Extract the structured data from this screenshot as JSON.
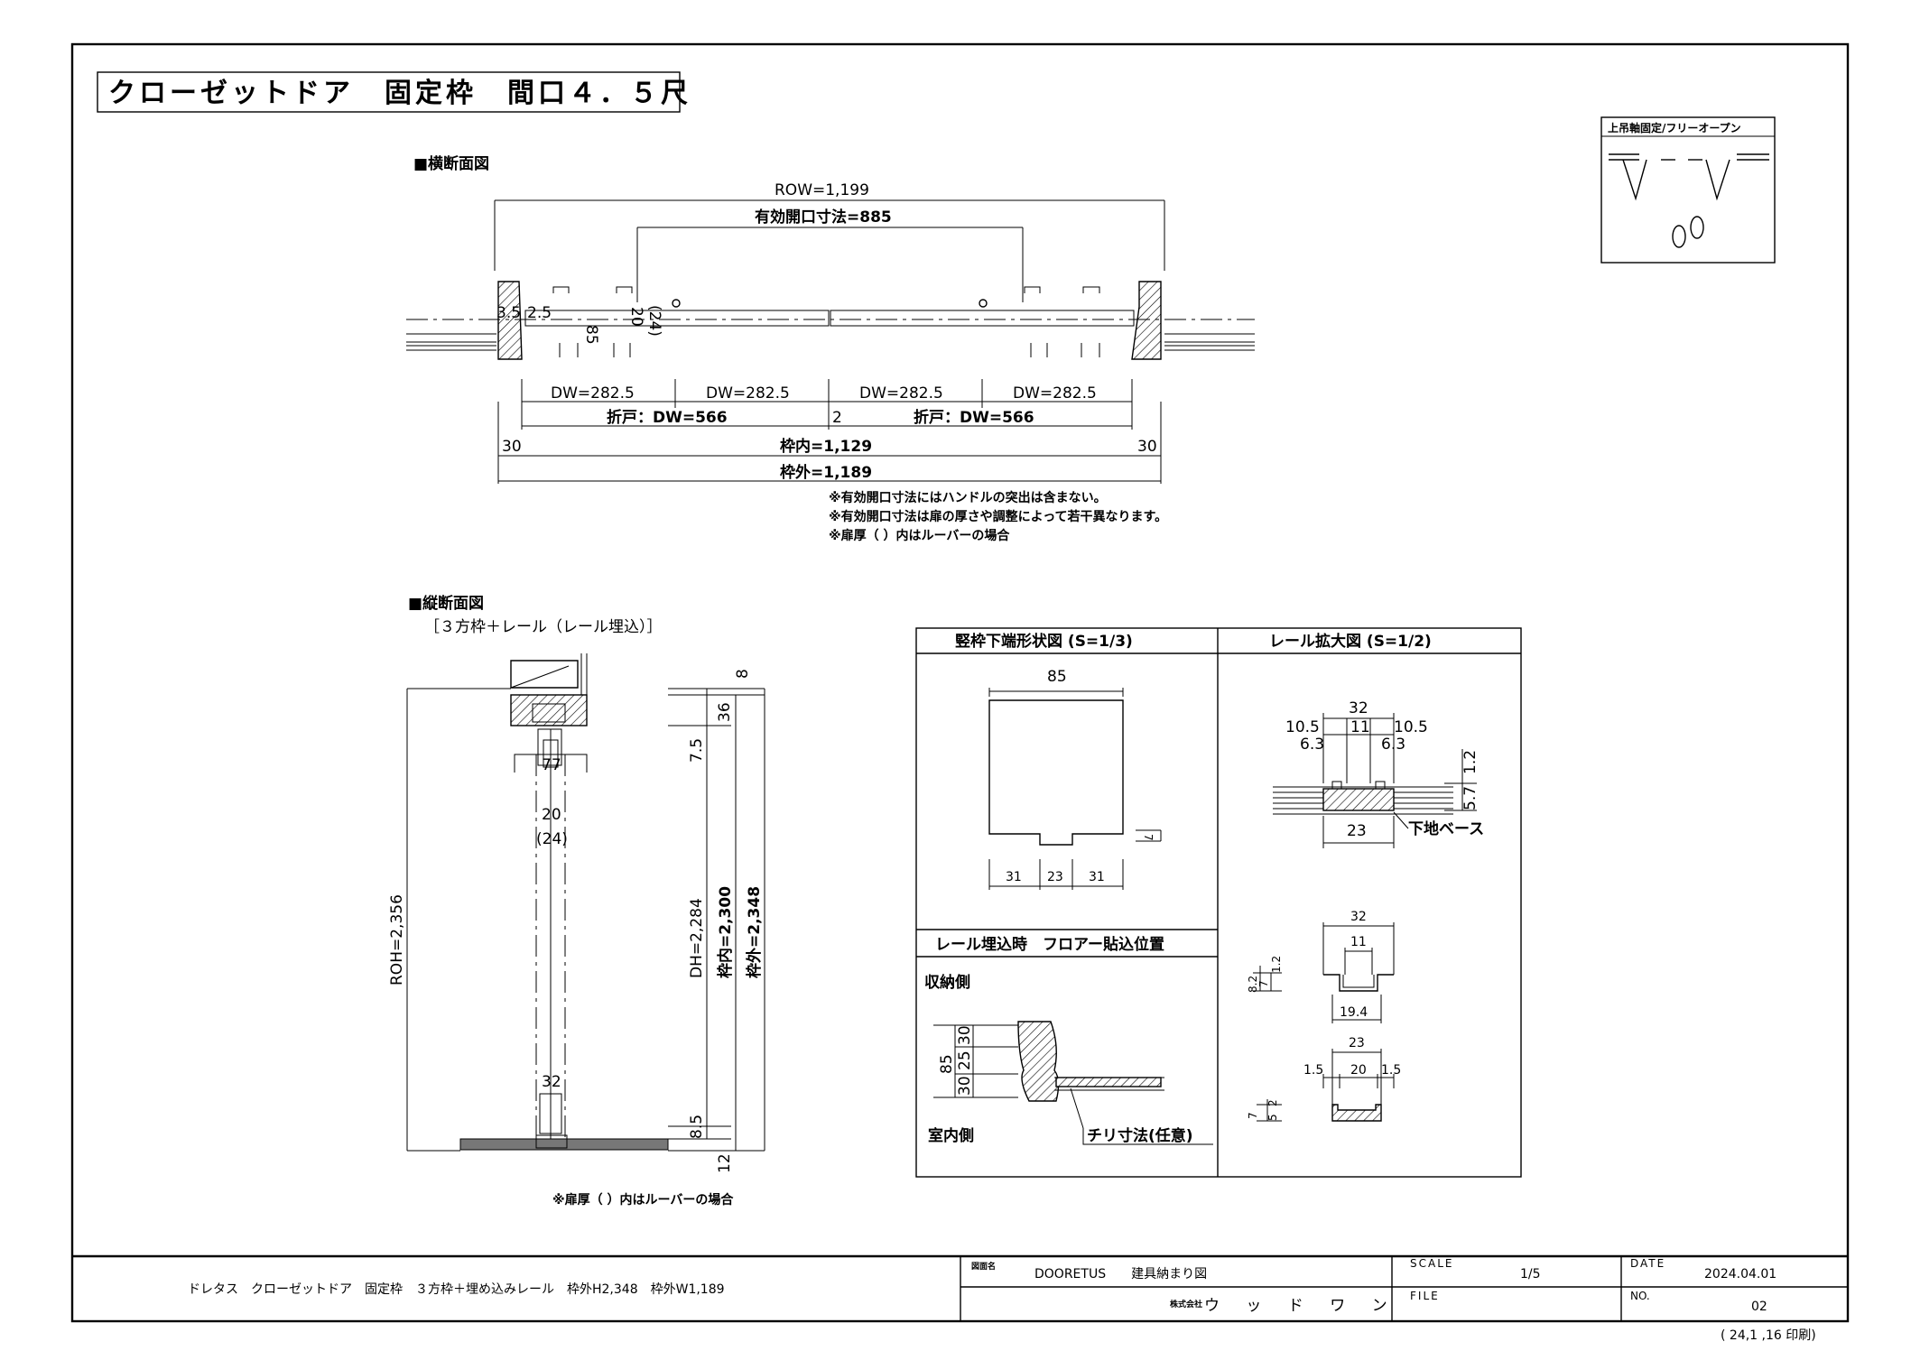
{
  "title": "クローゼットドア　固定枠　間口４．５尺",
  "opening_box": {
    "label": "上吊軸固定/フリーオープン"
  },
  "plan": {
    "heading": "■横断面図",
    "row": "ROW=1,199",
    "effective": "有効開口寸法=885",
    "dw1": "DW=282.5",
    "dw2": "DW=282.5",
    "dw3": "DW=282.5",
    "dw4": "DW=282.5",
    "fold1": "折戸：DW=566",
    "fold2": "折戸：DW=566",
    "fold_gap": "2",
    "frame_in": "枠内=1,129",
    "frame_out": "枠外=1,189",
    "side_left": "30",
    "side_right": "30",
    "small_left": "3.5",
    "small_a": "2.5",
    "small_b": "85",
    "small_c": "20",
    "small_d": "(24)",
    "note1": "※有効開口寸法にはハンドルの突出は含まない。",
    "note2": "※有効開口寸法は扉の厚さや調整によって若干異なります。",
    "note3": "※扉厚（ ）内はルーバーの場合"
  },
  "section": {
    "heading": "■縦断面図",
    "sub": "［３方枠＋レール（レール埋込）］",
    "roh": "ROH=2,356",
    "dh": "DH=2,284",
    "frame_in": "枠内=2,300",
    "frame_out": "枠外=2,348",
    "d8": "8",
    "d36": "36",
    "d75": "7.5",
    "d77": "77",
    "d20": "20",
    "d24": "(24)",
    "d32": "32",
    "d85": "8.5",
    "d12": "12",
    "note": "※扉厚（ ）内はルーバーの場合"
  },
  "detail": {
    "frame_title": "竪枠下端形状図 (S=1/3)",
    "rail_title": "レール拡大図 (S=1/2)",
    "floor_title": "レール埋込時　フロアー貼込位置",
    "frame_dims": {
      "w85": "85",
      "a31": "31",
      "b23": "23",
      "c31": "31",
      "h7": "7"
    },
    "rail_top": {
      "w32": "32",
      "l105": "10.5",
      "m11": "11",
      "r105": "10.5",
      "l63": "6.3",
      "r63": "6.3",
      "h12": "1.2",
      "h57": "5.7",
      "b23": "23",
      "base": "下地ベース"
    },
    "rail_mid": {
      "w32": "32",
      "m11": "11",
      "h82": "8.2",
      "h7": "7",
      "h12": "1.2",
      "b194": "19.4"
    },
    "rail_bot": {
      "w23": "23",
      "l15": "1.5",
      "m20": "20",
      "r15": "1.5",
      "h7": "7",
      "h5": "5",
      "h2": "2"
    },
    "storage_side": "収納側",
    "room_side": "室内側",
    "floor_dims": {
      "h85": "85",
      "a30": "30",
      "b25": "25",
      "c30": "30"
    },
    "chiri": "チリ寸法(任意)"
  },
  "title_block": {
    "description": "ドレタス　クローゼットドア　固定枠　３方枠＋埋め込みレール　枠外H2,348　枠外W1,189",
    "drawing_name_label": "図面名",
    "drawing_name": "DOORETUS　　建具納まり図",
    "company_label": "株式会社",
    "company": "ウ ッ ド ワ ン",
    "scale_label": "SCALE",
    "scale": "1/5",
    "file_label": "FILE",
    "file": "",
    "date_label": "DATE",
    "date": "2024.04.01",
    "no_label": "NO.",
    "no": "02",
    "printed": "( 24,1 ,16 印刷)"
  },
  "colors": {
    "line": "#000000",
    "paper": "#ffffff",
    "floor": "#777777"
  }
}
